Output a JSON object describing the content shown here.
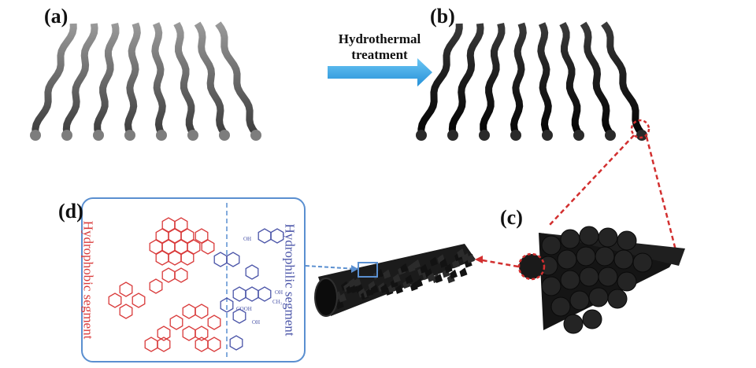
{
  "labels": {
    "a": "(a)",
    "b": "(b)",
    "c": "(c)",
    "d": "(d)"
  },
  "arrow": {
    "line1": "Hydrothermal",
    "line2": "treatment"
  },
  "segments": {
    "hydrophobic": "Hydrophobic segment",
    "hydrophilic": "Hydrophilic segment"
  },
  "chem": {
    "oh1": "OH",
    "oh2": "OH",
    "oh3": "OH",
    "ch3": "CH₃",
    "cooh": "COOH"
  },
  "colors": {
    "gray_fiber": "#6b6b6b",
    "black_fiber": "#1c1c1c",
    "arrow": "#3aa9e6",
    "hydrophobic": "#d93a3a",
    "hydrophilic": "#4a54a8",
    "box": "#5a8fd0",
    "dashed_red": "#d22f2f"
  }
}
